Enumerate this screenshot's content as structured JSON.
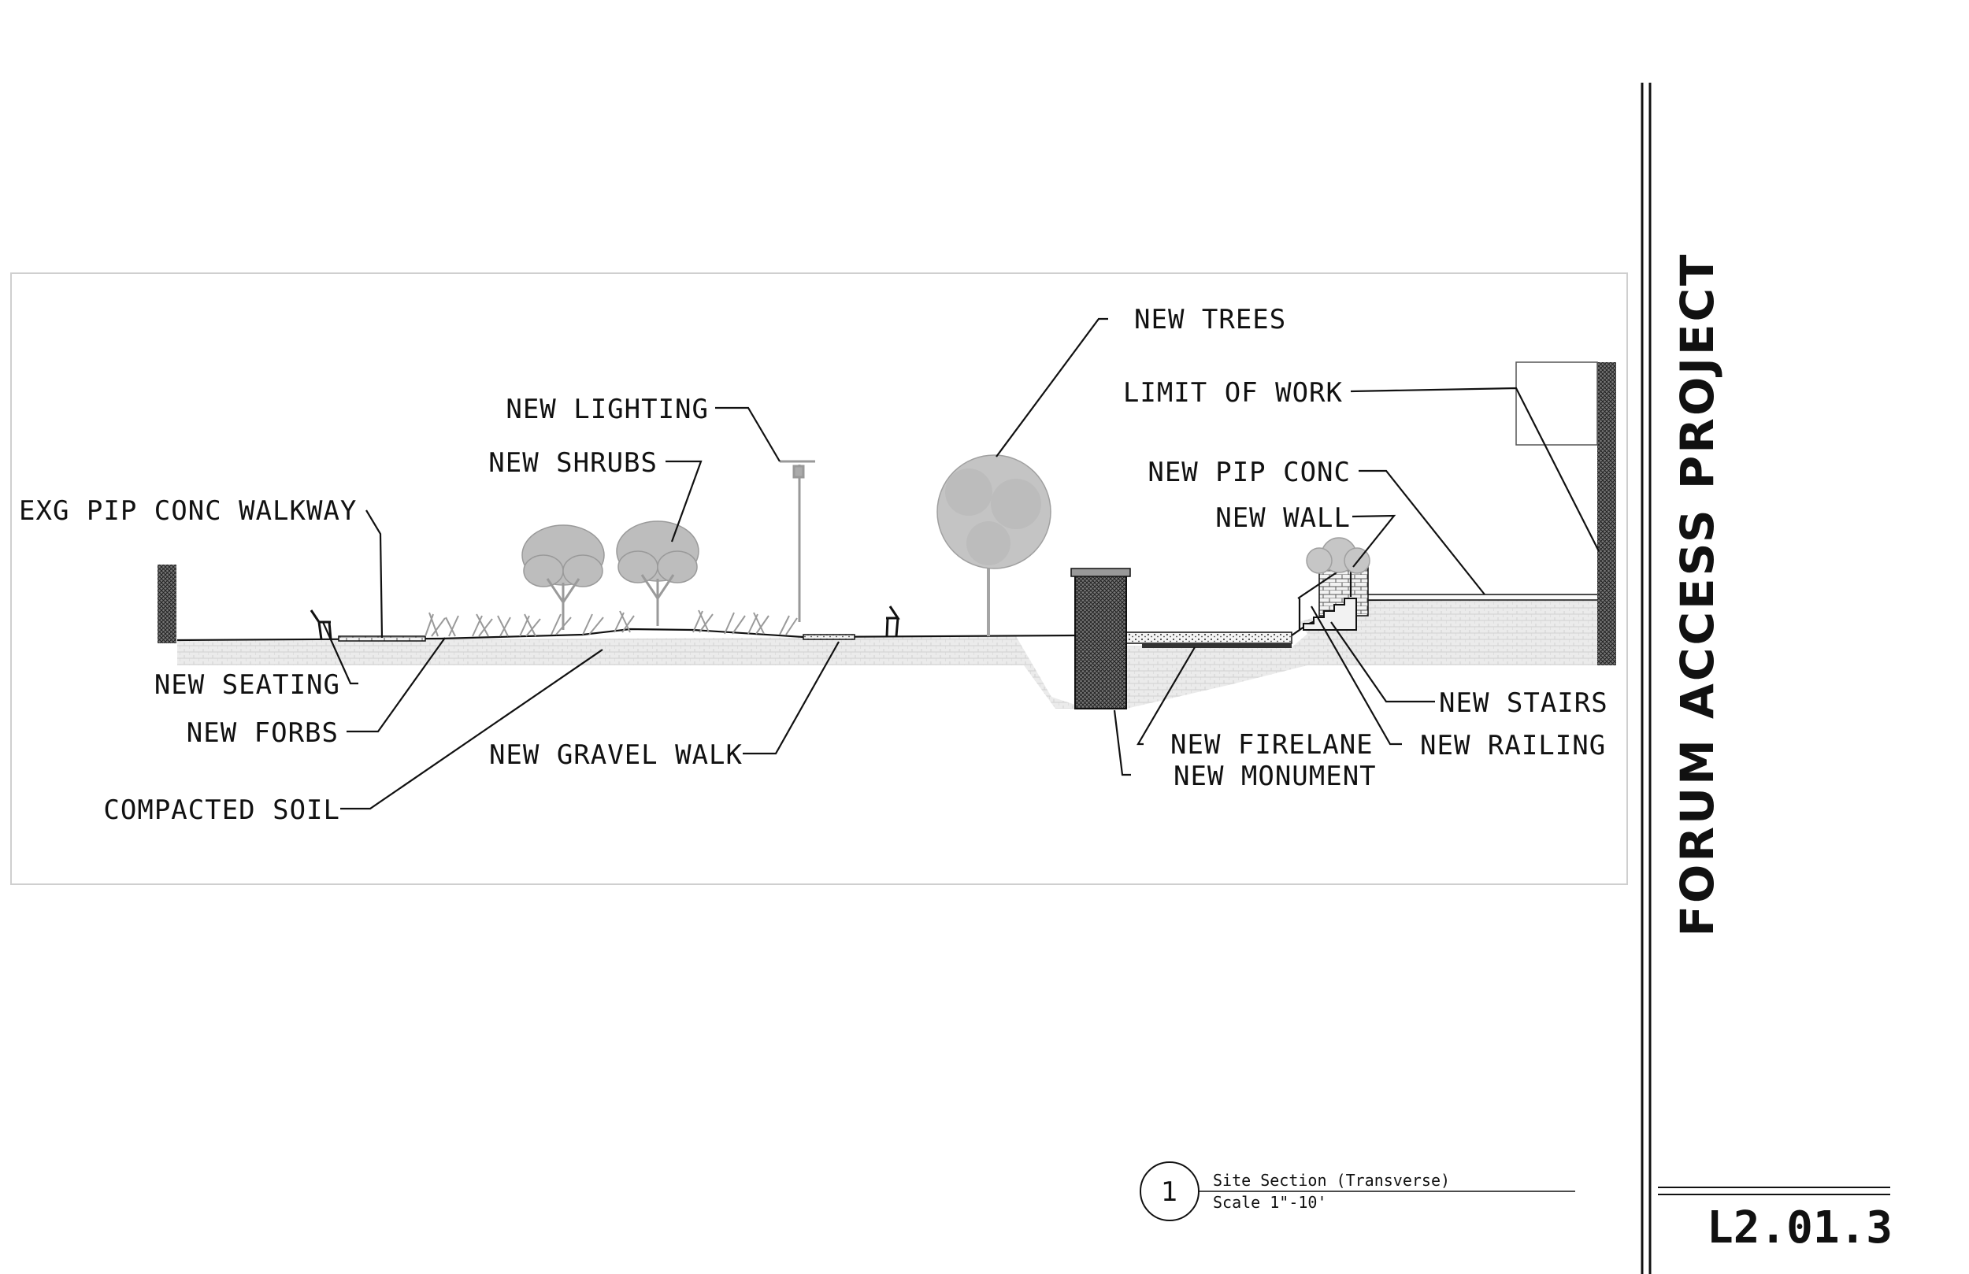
{
  "title_block": {
    "project_title": "FORUM ACCESS PROJECT",
    "sheet_number": "L2.01.3"
  },
  "caption": {
    "number": "1",
    "title": "Site Section (Transverse)",
    "scale": "Scale 1\"-10'"
  },
  "labels": {
    "exg_walkway": "EXG PIP CONC WALKWAY",
    "new_lighting": "NEW LIGHTING",
    "new_shrubs": "NEW SHRUBS",
    "new_trees": "NEW TREES",
    "limit_of_work": "LIMIT OF WORK",
    "new_pip_conc": "NEW PIP CONC",
    "new_wall": "NEW WALL",
    "new_seating": "NEW SEATING",
    "new_forbs": "NEW FORBS",
    "compacted_soil": "COMPACTED SOIL",
    "new_gravel_walk": "NEW GRAVEL WALK",
    "new_firelane": "NEW FIRELANE",
    "new_monument": "NEW MONUMENT",
    "new_stairs": "NEW STAIRS",
    "new_railing": "NEW RAILING"
  },
  "colors": {
    "ink": "#111111",
    "vegetation": "#b8b8b8",
    "soil_fill": "#e4e4e4",
    "frame": "#cfcfcf"
  }
}
